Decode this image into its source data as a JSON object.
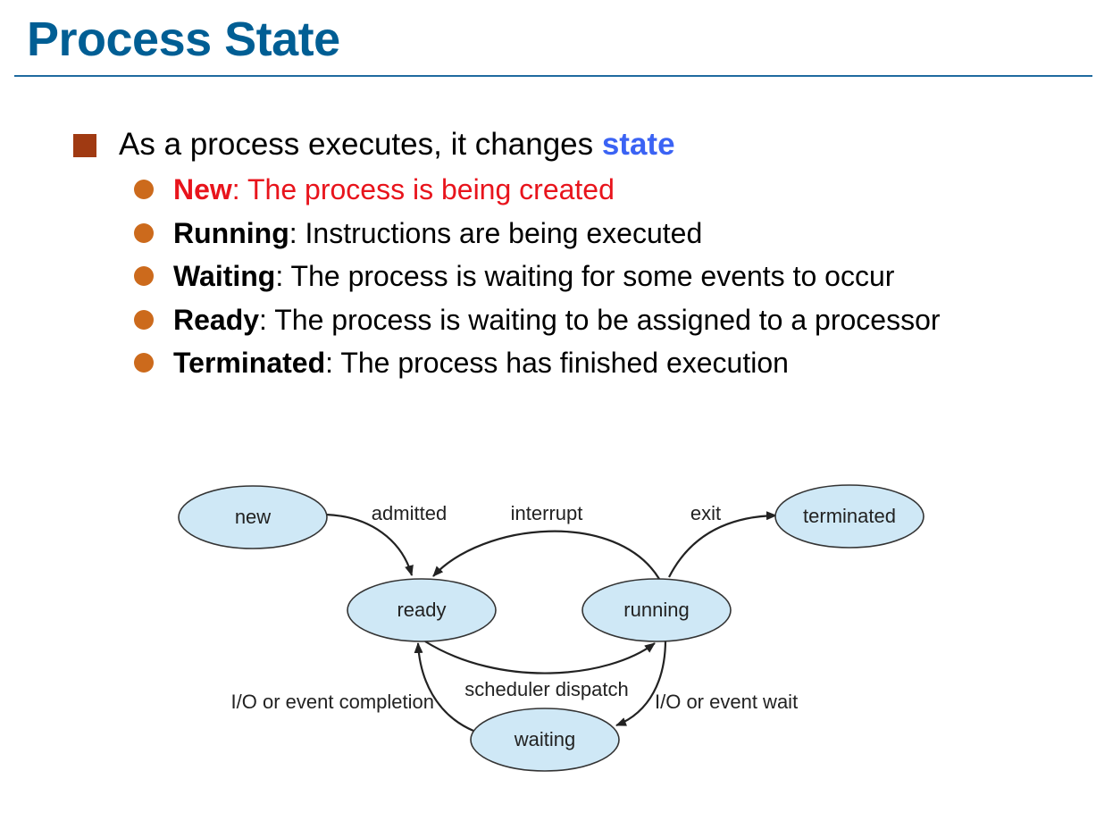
{
  "title": "Process State",
  "intro": {
    "text": "As a process executes, it changes ",
    "highlight": "state"
  },
  "states": [
    {
      "term": "New",
      "description": ":  The process is being created",
      "highlighted": true
    },
    {
      "term": "Running",
      "description": ":  Instructions are being executed",
      "highlighted": false
    },
    {
      "term": "Waiting",
      "description": ":  The process is waiting for some events to occur",
      "highlighted": false
    },
    {
      "term": "Ready",
      "description": ":  The process is waiting to be assigned to a processor",
      "highlighted": false
    },
    {
      "term": "Terminated",
      "description": ":  The process has finished execution",
      "highlighted": false
    }
  ],
  "diagram": {
    "nodes": {
      "new": "new",
      "ready": "ready",
      "running": "running",
      "waiting": "waiting",
      "terminated": "terminated"
    },
    "edges": {
      "admitted": "admitted",
      "interrupt": "interrupt",
      "exit": "exit",
      "scheduler_dispatch": "scheduler dispatch",
      "io_event_completion": "I/O or event completion",
      "io_event_wait": "I/O or event wait"
    }
  },
  "colors": {
    "title": "#005e94",
    "rule": "#1f6aa0",
    "main_bullet": "#a03a12",
    "sub_bullet": "#cc6a1c",
    "state_highlight": "#3b63f4",
    "new_item": "#e8141c",
    "node_fill": "#cfe8f6",
    "node_stroke": "#333333"
  }
}
